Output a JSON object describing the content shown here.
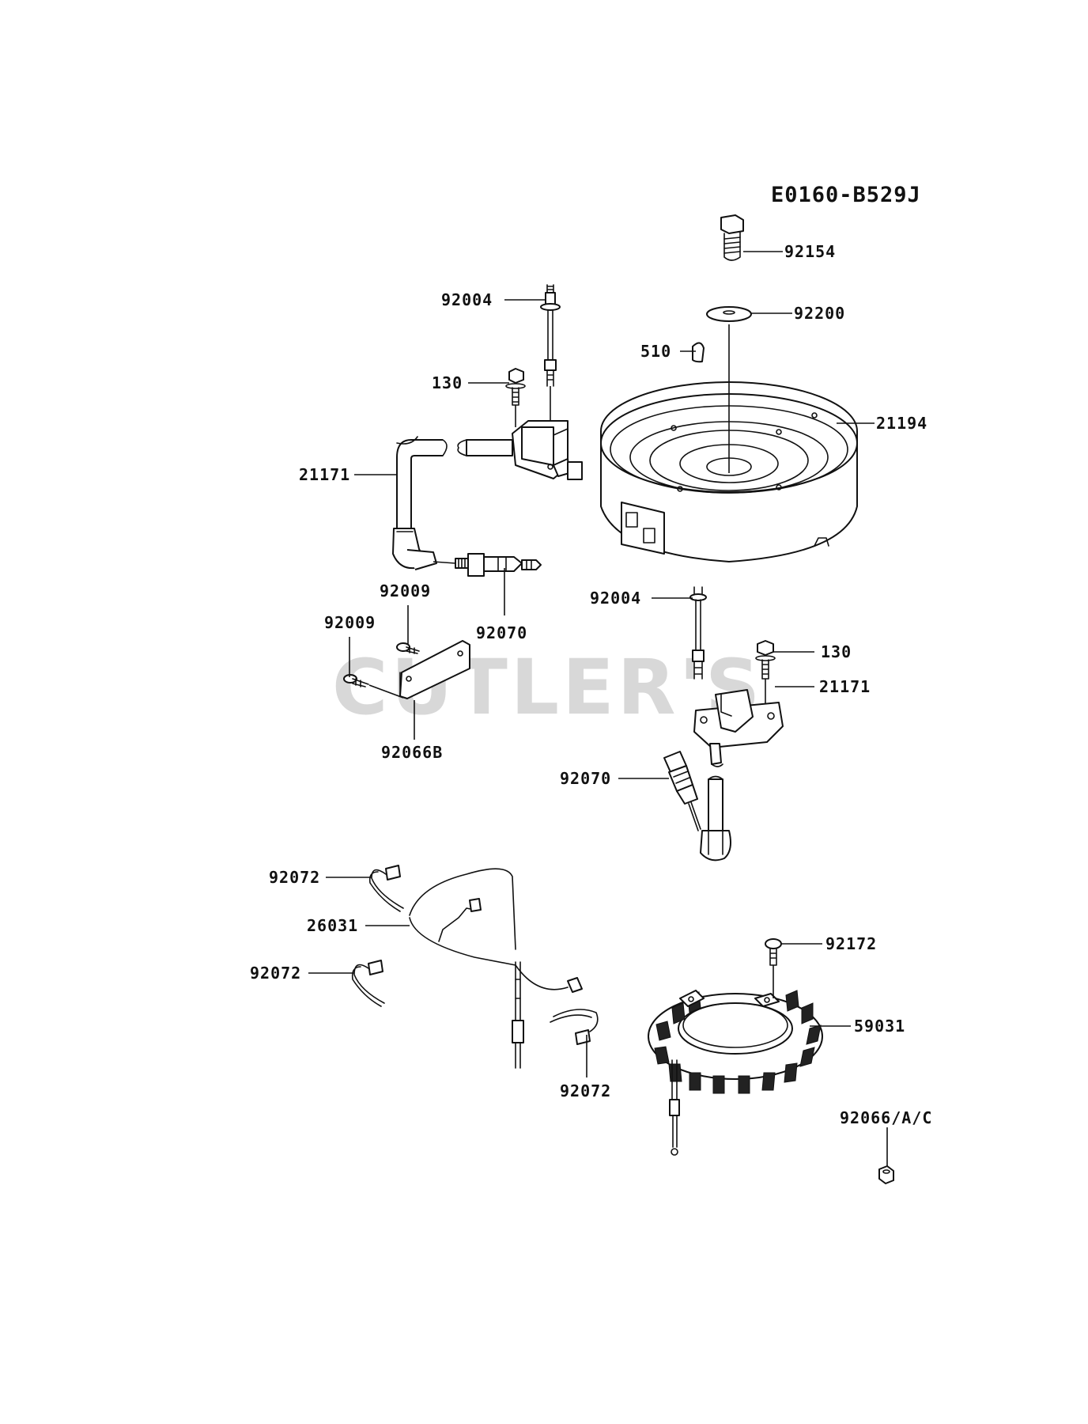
{
  "diagram_code": "E0160-B529J",
  "watermark": "CUTLER'S",
  "callouts": [
    {
      "id": "c92154",
      "text": "92154",
      "part": "flywheel-bolt"
    },
    {
      "id": "c92200",
      "text": "92200",
      "part": "washer"
    },
    {
      "id": "c510",
      "text": "510",
      "part": "key"
    },
    {
      "id": "c21194",
      "text": "21194",
      "part": "flywheel"
    },
    {
      "id": "c92004a",
      "text": "92004",
      "part": "stud-bolt"
    },
    {
      "id": "c130a",
      "text": "130",
      "part": "bolt"
    },
    {
      "id": "c21171a",
      "text": "21171",
      "part": "ignition-coil"
    },
    {
      "id": "c92009a",
      "text": "92009",
      "part": "screw"
    },
    {
      "id": "c92009b",
      "text": "92009",
      "part": "screw"
    },
    {
      "id": "c92070a",
      "text": "92070",
      "part": "spark-plug"
    },
    {
      "id": "c92066b",
      "text": "92066B",
      "part": "plate"
    },
    {
      "id": "c92004b",
      "text": "92004",
      "part": "stud-bolt"
    },
    {
      "id": "c130b",
      "text": "130",
      "part": "bolt"
    },
    {
      "id": "c21171b",
      "text": "21171",
      "part": "ignition-coil"
    },
    {
      "id": "c92070b",
      "text": "92070",
      "part": "spark-plug"
    },
    {
      "id": "c92072a",
      "text": "92072",
      "part": "clamp"
    },
    {
      "id": "c26031",
      "text": "26031",
      "part": "wire-harness"
    },
    {
      "id": "c92072b",
      "text": "92072",
      "part": "clamp"
    },
    {
      "id": "c92072c",
      "text": "92072",
      "part": "clamp"
    },
    {
      "id": "c92172",
      "text": "92172",
      "part": "screw"
    },
    {
      "id": "c59031",
      "text": "59031",
      "part": "stator-coil"
    },
    {
      "id": "c92066ac",
      "text": "92066/A/C",
      "part": "nut"
    }
  ]
}
